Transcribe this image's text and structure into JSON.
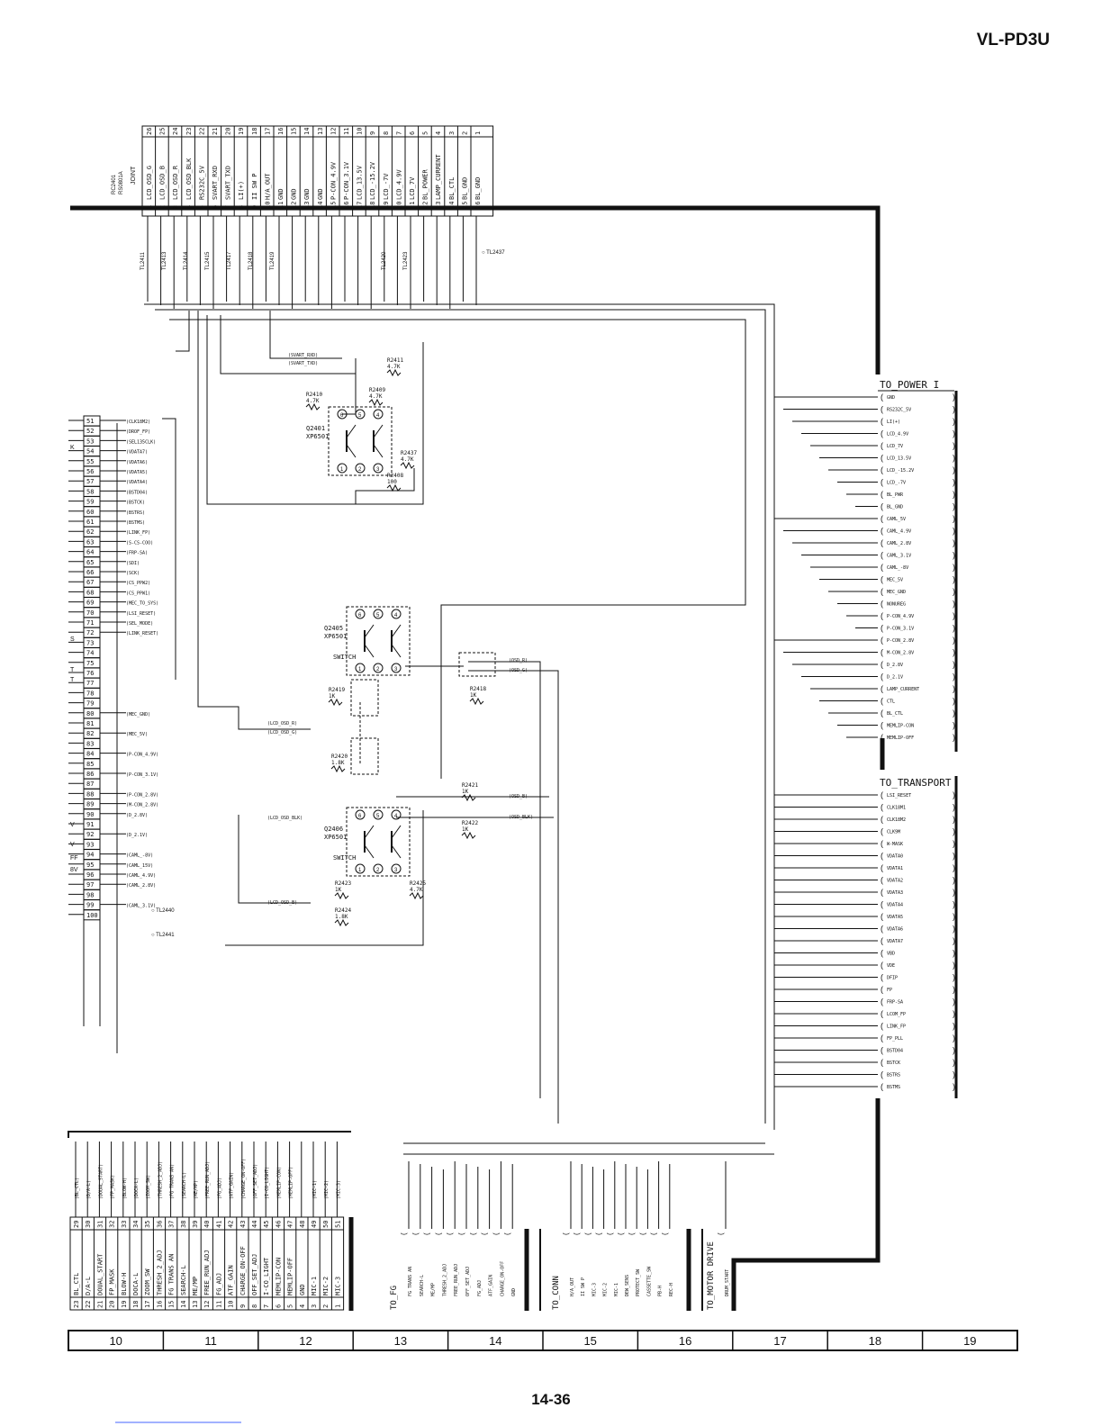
{
  "header": {
    "model": "VL-PD3U"
  },
  "page_number": "14-36",
  "grid_columns": [
    "10",
    "11",
    "12",
    "13",
    "14",
    "15",
    "16",
    "17",
    "18",
    "19"
  ],
  "joint": {
    "ref": "RC2401",
    "part": "RS0801A",
    "title": "JOINT"
  },
  "joint_pins": [
    {
      "n": "1",
      "sig": "LCD_OSD_G"
    },
    {
      "n": "2",
      "sig": "LCD_OSD_B"
    },
    {
      "n": "3",
      "sig": "LCD_OSD_R"
    },
    {
      "n": "4",
      "sig": "LCD_OSD_BLK"
    },
    {
      "n": "5",
      "sig": "RS232C_5V"
    },
    {
      "n": "6",
      "sig": "SVART_RXD"
    },
    {
      "n": "7",
      "sig": "SVART_TXD"
    },
    {
      "n": "8",
      "sig": "LI(+)"
    },
    {
      "n": "9",
      "sig": "II SW P"
    },
    {
      "n": "10",
      "sig": "H/A_OUT"
    },
    {
      "n": "11",
      "sig": "GND"
    },
    {
      "n": "12",
      "sig": "GND"
    },
    {
      "n": "13",
      "sig": "GND"
    },
    {
      "n": "14",
      "sig": "GND"
    },
    {
      "n": "15",
      "sig": "P-CON_4.9V"
    },
    {
      "n": "16",
      "sig": "P-CON_3.1V"
    },
    {
      "n": "17",
      "sig": "LCD_13.5V"
    },
    {
      "n": "18",
      "sig": "LCD_-15.2V"
    },
    {
      "n": "19",
      "sig": "LCD_-7V"
    },
    {
      "n": "20",
      "sig": "LCD_4.9V"
    },
    {
      "n": "21",
      "sig": "LCD_7V"
    },
    {
      "n": "22",
      "sig": "BL_POWER"
    },
    {
      "n": "23",
      "sig": "LAMP_CURRENT"
    },
    {
      "n": "24",
      "sig": "BL_CTL"
    },
    {
      "n": "25",
      "sig": "BL_GND"
    },
    {
      "n": "26",
      "sig": "BL_GND"
    }
  ],
  "test_points": [
    "TL2411",
    "TL2413",
    "TL2414",
    "TL2415",
    "TL2417",
    "TL2418",
    "TL2419",
    "TL2420",
    "TL2423",
    "TL2437"
  ],
  "to_power": {
    "title": "TO_POWER I",
    "pins": [
      "GND",
      "RS232C_5V",
      "LI(+)",
      "LCD_4.9V",
      "LCD_7V",
      "LCD_13.5V",
      "LCD_-15.2V",
      "LCD_-7V",
      "BL_PWR",
      "BL_GND",
      "CAML_5V",
      "CAML_4.9V",
      "CAML_2.8V",
      "CAML_3.1V",
      "CAML_-8V",
      "MEC_5V",
      "MEC_GND",
      "NONUREG",
      "P-CON_4.9V",
      "P-CON_3.1V",
      "P-CON_2.8V",
      "M-CON_2.8V",
      "D_2.8V",
      "D_2.1V",
      "LAMP_CURRENT",
      "CTL",
      "BL_CTL",
      "MEMLIP-CON",
      "MEMLIP-OFF"
    ]
  },
  "to_transport": {
    "title": "TO_TRANSPORT",
    "pins": [
      "LSI_RESET",
      "CLK18M1",
      "CLK18M2",
      "CLK9M",
      "W-MASK",
      "VDATA0",
      "VDATA1",
      "VDATA2",
      "VDATA3",
      "VDATA4",
      "VDATA5",
      "VDATA6",
      "VDATA7",
      "VBD",
      "VDE",
      "DFIP",
      "FP",
      "FRP-SA",
      "LCOM_FP",
      "LINK_FP",
      "FP_PLL",
      "BSTD04",
      "BSTCK",
      "BSTRS",
      "BSTMS"
    ]
  },
  "left_pins": [
    {
      "n": "51",
      "sig": "(CLK18M2)"
    },
    {
      "n": "52",
      "sig": "(DROF_FP)"
    },
    {
      "n": "53",
      "sig": "(SEL135CLK)"
    },
    {
      "n": "54",
      "sig": "(VDATA7)"
    },
    {
      "n": "55",
      "sig": "(VDATA6)"
    },
    {
      "n": "56",
      "sig": "(VDATA5)"
    },
    {
      "n": "57",
      "sig": "(VDATA4)"
    },
    {
      "n": "58",
      "sig": "(BSTD04)"
    },
    {
      "n": "59",
      "sig": "(BSTCK)"
    },
    {
      "n": "60",
      "sig": "(BSTRS)"
    },
    {
      "n": "61",
      "sig": "(BSTMS)"
    },
    {
      "n": "62",
      "sig": "(LINK_FP)"
    },
    {
      "n": "63",
      "sig": "(S-CS-COO)"
    },
    {
      "n": "64",
      "sig": "(FRP-SA)"
    },
    {
      "n": "65",
      "sig": "(SDI)"
    },
    {
      "n": "66",
      "sig": "(SCK)"
    },
    {
      "n": "67",
      "sig": "(CS_PPW2)"
    },
    {
      "n": "68",
      "sig": "(CS_PPW1)"
    },
    {
      "n": "69",
      "sig": "(MEC_TO_SYS)"
    },
    {
      "n": "70",
      "sig": "(LSI_RESET)"
    },
    {
      "n": "71",
      "sig": "(SEL_MODE)"
    },
    {
      "n": "72",
      "sig": "(LINK_RESET)"
    },
    {
      "n": "73",
      "sig": ""
    },
    {
      "n": "74",
      "sig": ""
    },
    {
      "n": "75",
      "sig": ""
    },
    {
      "n": "76",
      "sig": ""
    },
    {
      "n": "77",
      "sig": ""
    },
    {
      "n": "78",
      "sig": ""
    },
    {
      "n": "79",
      "sig": ""
    },
    {
      "n": "80",
      "sig": "(MEC_GND)"
    },
    {
      "n": "81",
      "sig": ""
    },
    {
      "n": "82",
      "sig": "(MEC_5V)"
    },
    {
      "n": "83",
      "sig": ""
    },
    {
      "n": "84",
      "sig": "(P-CON_4.9V)"
    },
    {
      "n": "85",
      "sig": ""
    },
    {
      "n": "86",
      "sig": "(P-CON_3.1V)"
    },
    {
      "n": "87",
      "sig": ""
    },
    {
      "n": "88",
      "sig": "(P-CON_2.8V)"
    },
    {
      "n": "89",
      "sig": "(M-CON_2.8V)"
    },
    {
      "n": "90",
      "sig": "(D_2.8V)"
    },
    {
      "n": "91",
      "sig": ""
    },
    {
      "n": "92",
      "sig": "(D_2.1V)"
    },
    {
      "n": "93",
      "sig": ""
    },
    {
      "n": "94",
      "sig": "(CAML_-8V)"
    },
    {
      "n": "95",
      "sig": "(CAML_15V)"
    },
    {
      "n": "96",
      "sig": "(CAML_4.9V)"
    },
    {
      "n": "97",
      "sig": "(CAML_2.8V)"
    },
    {
      "n": "98",
      "sig": ""
    },
    {
      "n": "99",
      "sig": "(CAML_3.1V)"
    },
    {
      "n": "100",
      "sig": ""
    }
  ],
  "left_stubs": [
    "K",
    "S",
    "T",
    "T",
    "V",
    "V",
    "FF",
    "8V"
  ],
  "left_tl": [
    "TL2440",
    "TL2441"
  ],
  "bottom_conn": [
    {
      "n": "23",
      "top": "29",
      "sig": "BL_CTL",
      "wire": "(BL_CTL)"
    },
    {
      "n": "22",
      "top": "30",
      "sig": "D/A-L",
      "wire": "(D/A-L)"
    },
    {
      "n": "21",
      "top": "31",
      "sig": "DOUAL_START",
      "wire": "(DOUAL_START)"
    },
    {
      "n": "20",
      "top": "32",
      "sig": "FP_MASK",
      "wire": "(FP_MASK)"
    },
    {
      "n": "19",
      "top": "33",
      "sig": "BLOW-H",
      "wire": "(BLOW-H)"
    },
    {
      "n": "18",
      "top": "34",
      "sig": "DOCA-L",
      "wire": "(DOCA-L)"
    },
    {
      "n": "17",
      "top": "35",
      "sig": "ZOOM_SW",
      "wire": "(ZOOM_SW)"
    },
    {
      "n": "16",
      "top": "36",
      "sig": "THRESH_2_ADJ",
      "wire": "(THRESH_2_ADJ)"
    },
    {
      "n": "15",
      "top": "37",
      "sig": "FG TRANS AN",
      "wire": "(FG TRANS AN)"
    },
    {
      "n": "14",
      "top": "38",
      "sig": "SEARCH-L",
      "wire": "(SEARCH-L)"
    },
    {
      "n": "13",
      "top": "39",
      "sig": "ME/MP",
      "wire": "(ME/MP)"
    },
    {
      "n": "12",
      "top": "40",
      "sig": "FREE_RUN_ADJ",
      "wire": "(FREE_RUN_ADJ)"
    },
    {
      "n": "11",
      "top": "41",
      "sig": "FG_ADJ",
      "wire": "(FG_ADJ)"
    },
    {
      "n": "10",
      "top": "42",
      "sig": "ATF_GAIN",
      "wire": "(ATF_GAIN)"
    },
    {
      "n": "9",
      "top": "43",
      "sig": "CHARGE_ON-OFF",
      "wire": "(CHARGE_ON-OFF)"
    },
    {
      "n": "8",
      "top": "44",
      "sig": "OFF_SET_ADJ",
      "wire": "(OFF_SET_ADJ)"
    },
    {
      "n": "7",
      "top": "45",
      "sig": "I-CO_LIGHT",
      "wire": "(I-CO_LIGHT)"
    },
    {
      "n": "6",
      "top": "46",
      "sig": "MEMLIP-CON",
      "wire": "(MEMLIP-CON)"
    },
    {
      "n": "5",
      "top": "47",
      "sig": "MEMLIP-OFF",
      "wire": "(MEMLIP-OFF)"
    },
    {
      "n": "4",
      "top": "48",
      "sig": "GND",
      "wire": ""
    },
    {
      "n": "3",
      "top": "49",
      "sig": "MIC-1",
      "wire": "(MIC-1)"
    },
    {
      "n": "2",
      "top": "50",
      "sig": "MIC-2",
      "wire": "(MIC-2)"
    },
    {
      "n": "1",
      "top": "51",
      "sig": "MIC-3",
      "wire": "(MIC-3)"
    }
  ],
  "to_fg": {
    "title": "TO_FG",
    "pins": [
      "FG TRANS AN",
      "SEARCH-L",
      "ME/MP",
      "THRESH_2_ADJ",
      "FREE_RUN_ADJ",
      "OFF_SET_ADJ",
      "FG_ADJ",
      "ATF_GAIN",
      "CHARGE_ON-OFF",
      "GND"
    ]
  },
  "to_conn": {
    "title": "TO_CONN",
    "pins": [
      "H/A_OUT",
      "II SW P",
      "MIC-3",
      "MIC-2",
      "MIC-1",
      "DEW_SENS",
      "PROTECT_SW",
      "CASSETTE_SW",
      "PB-H",
      "REC-H"
    ]
  },
  "to_motor": {
    "title": "TO_MOTOR DRIVE",
    "pins": [
      "DRUM_START"
    ]
  },
  "transistors": [
    {
      "ref": "Q2401",
      "part": "XP6501",
      "role": ""
    },
    {
      "ref": "Q2405",
      "part": "XP6501",
      "role": "SWITCH"
    },
    {
      "ref": "Q2406",
      "part": "XP6501",
      "role": "SWITCH"
    }
  ],
  "resistors": [
    {
      "ref": "R2411",
      "val": "4.7K"
    },
    {
      "ref": "R2410",
      "val": "4.7K"
    },
    {
      "ref": "R2409",
      "val": "4.7K"
    },
    {
      "ref": "R2437",
      "val": "4.7K"
    },
    {
      "ref": "R2408",
      "val": "100"
    },
    {
      "ref": "R2419",
      "val": "1K"
    },
    {
      "ref": "R2418",
      "val": "1K"
    },
    {
      "ref": "R2420",
      "val": "1.8K"
    },
    {
      "ref": "R2421",
      "val": "1K"
    },
    {
      "ref": "R2422",
      "val": "1K"
    },
    {
      "ref": "R2423",
      "val": "1K"
    },
    {
      "ref": "R2425",
      "val": "4.7K"
    },
    {
      "ref": "R2424",
      "val": "1.8K"
    }
  ],
  "net_labels": {
    "svart_rxd": "(SVART_RXD)",
    "svart_txd": "(SVART_TXD)",
    "lcd_osd_r": "(LCD_OSD_R)",
    "lcd_osd_g": "(LCD_OSD_G)",
    "lcd_osd_blk": "(LCD_OSD_BLK)",
    "lcd_osd_b": "(LCD_OSD_B)",
    "osd_r": "(OSD_R)",
    "osd_g": "(OSD_G)",
    "osd_b": "(OSD_B)",
    "osd_blk": "(OSD_BLK)"
  }
}
